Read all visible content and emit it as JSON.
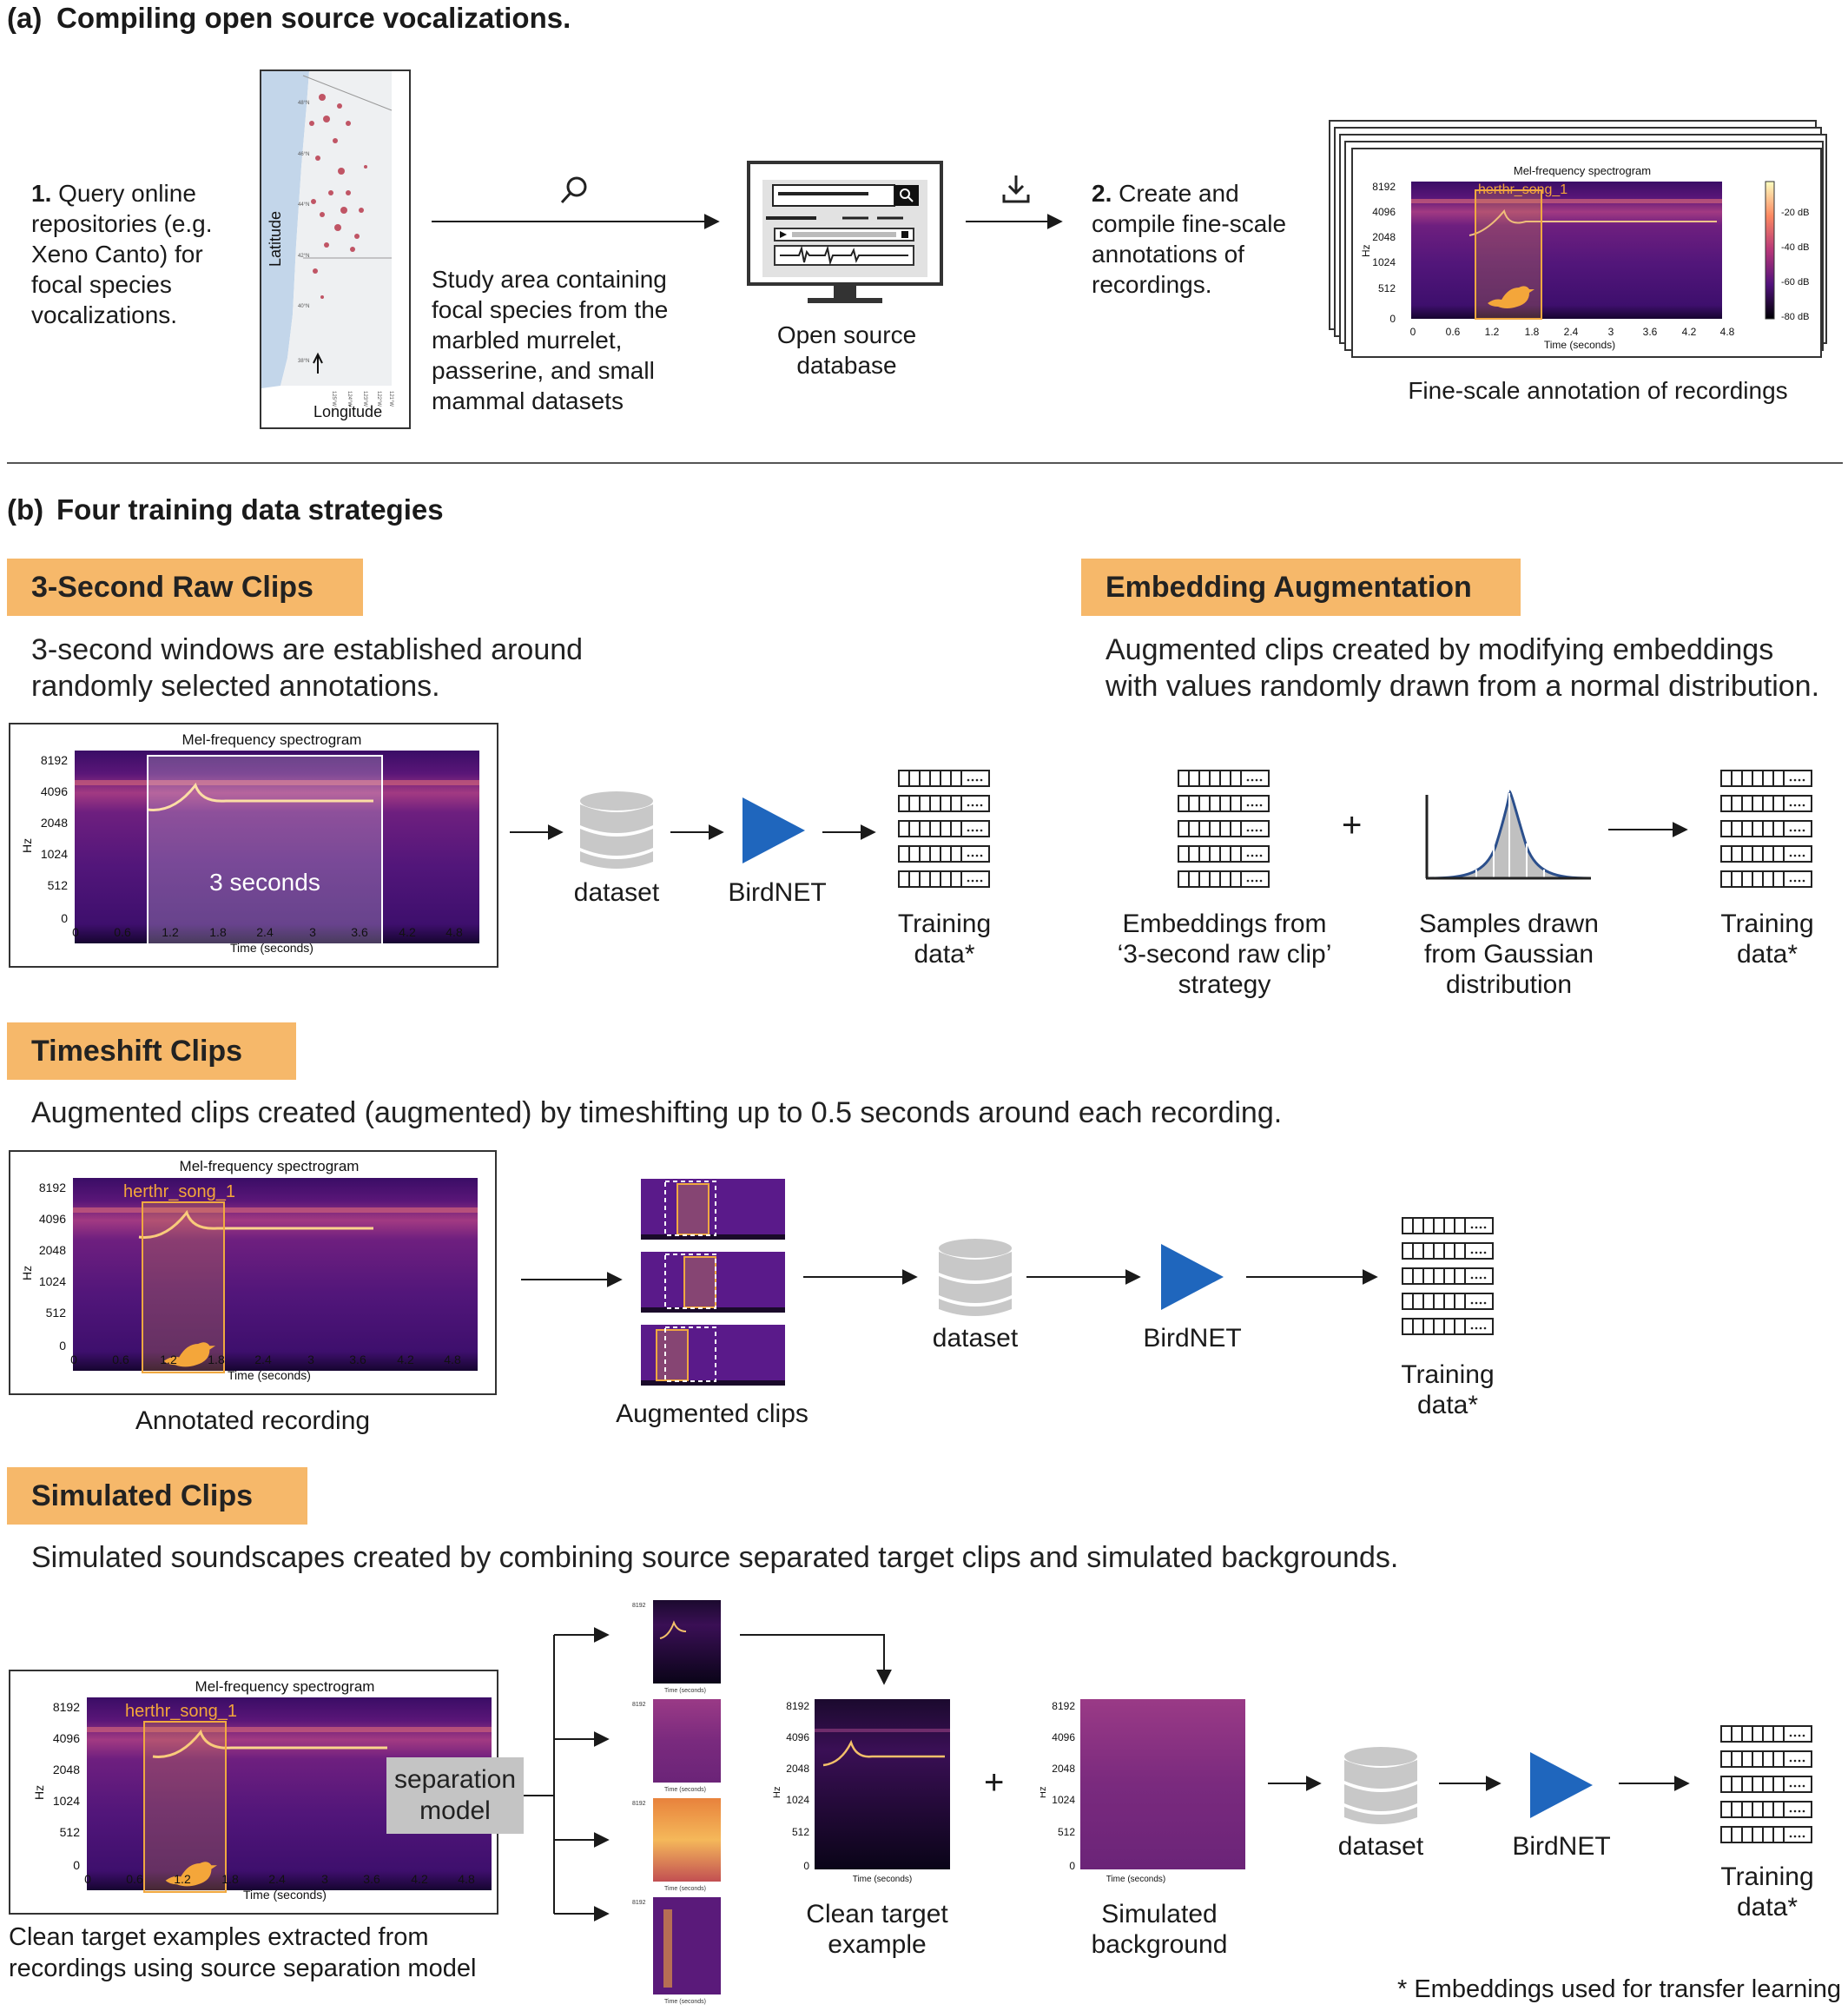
{
  "panel_a": {
    "letter": "(a)",
    "title": "Compiling open source vocalizations.",
    "step1_num": "1.",
    "step1_text": " Query online repositories (e.g. Xeno Canto) for focal species vocalizations.",
    "map_ylabel": "Latitude",
    "map_xlabel": "Longitude",
    "map_lat_ticks": [
      "48°N",
      "46°N",
      "44°N",
      "42°N",
      "40°N",
      "38°N"
    ],
    "map_lon_ticks": [
      "125°W",
      "124°W",
      "123°W",
      "122°W",
      "121°W"
    ],
    "study_area": "Study area containing focal species from the marbled murrelet, passerine, and small mammal datasets",
    "database_label": "Open source database",
    "step2_num": "2.",
    "step2_text": " Create and compile fine-scale annotations of recordings.",
    "annotation_caption": "Fine-scale annotation of recordings",
    "colorbar_ticks": [
      "-20 dB",
      "-40 dB",
      "-60 dB",
      "-80 dB"
    ]
  },
  "spectrogram": {
    "title": "Mel-frequency spectrogram",
    "y_ticks": [
      "8192",
      "4096",
      "2048",
      "1024",
      "512",
      "0"
    ],
    "x_ticks": [
      "0",
      "0.6",
      "1.2",
      "1.8",
      "2.4",
      "3",
      "3.6",
      "4.2",
      "4.8"
    ],
    "ylabel": "Hz",
    "xlabel": "Time (seconds)",
    "annotation_label": "herthr_song_1"
  },
  "panel_b": {
    "letter": "(b)",
    "title": "Four training data strategies",
    "footnote": "* Embeddings used for transfer learning"
  },
  "raw_clips": {
    "tag": "3-Second Raw Clips",
    "desc_line1": "3-second windows are established around",
    "desc_line2": "randomly selected annotations.",
    "window_label": "3 seconds",
    "dataset": "dataset",
    "birdnet": "BirdNET",
    "training": "Training data*"
  },
  "embedding_aug": {
    "tag": "Embedding Augmentation",
    "desc_line1": "Augmented clips created by modifying embeddings",
    "desc_line2": "with values randomly drawn from a normal distribution.",
    "plus": "+",
    "embeddings_label": "Embeddings from ‘3-second raw clip’ strategy",
    "samples_label": "Samples drawn from Gaussian distribution",
    "training": "Training data*"
  },
  "timeshift": {
    "tag": "Timeshift Clips",
    "desc": "Augmented clips created (augmented) by timeshifting up to 0.5 seconds around each recording.",
    "annotated_caption": "Annotated recording",
    "augmented_caption": "Augmented clips",
    "dataset": "dataset",
    "birdnet": "BirdNET",
    "training": "Training data*"
  },
  "simulated": {
    "tag": "Simulated Clips",
    "desc": "Simulated soundscapes created by combining source separated target clips and simulated backgrounds.",
    "separation_model": "separation model",
    "clean_caption_line1": "Clean target examples extracted from",
    "clean_caption_line2": "recordings using source separation model",
    "clean_target": "Clean target example",
    "simulated_background": "Simulated background",
    "plus": "+",
    "dataset": "dataset",
    "birdnet": "BirdNET",
    "training": "Training data*"
  },
  "colors": {
    "tag_fill": "#f6b86a",
    "birdnet_blue": "#1f66bd",
    "annotation_box": "#f0a840",
    "spectrogram_purple": "#3b0f6f"
  }
}
